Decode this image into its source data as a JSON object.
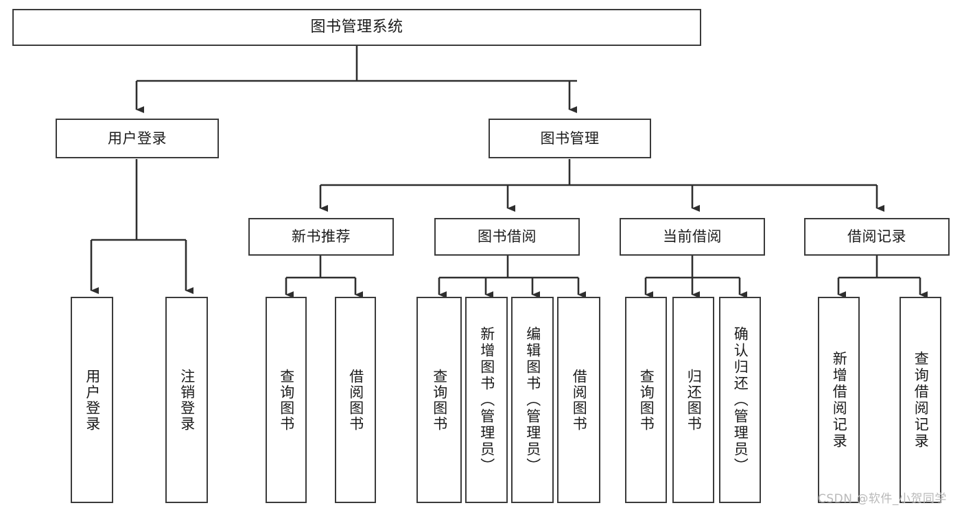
{
  "diagram": {
    "type": "tree-hierarchy",
    "title": "图书管理系统",
    "root": {
      "label": "图书管理系统"
    },
    "level2": [
      {
        "id": "user-login",
        "label": "用户登录"
      },
      {
        "id": "book-management",
        "label": "图书管理"
      }
    ],
    "level3": [
      {
        "id": "new-book-recommend",
        "label": "新书推荐",
        "parent": "book-management"
      },
      {
        "id": "book-borrow",
        "label": "图书借阅",
        "parent": "book-management"
      },
      {
        "id": "current-borrow",
        "label": "当前借阅",
        "parent": "book-management"
      },
      {
        "id": "borrow-record",
        "label": "借阅记录",
        "parent": "book-management"
      }
    ],
    "leaves": {
      "user-login": [
        {
          "id": "leaf-user-login",
          "label": "用户登录"
        },
        {
          "id": "leaf-logout",
          "label": "注销登录"
        }
      ],
      "new-book-recommend": [
        {
          "id": "leaf-query-book-1",
          "label": "查询图书"
        },
        {
          "id": "leaf-borrow-book-1",
          "label": "借阅图书"
        }
      ],
      "book-borrow": [
        {
          "id": "leaf-query-book-2",
          "label": "查询图书"
        },
        {
          "id": "leaf-add-book",
          "label": "新增图书（管理员）"
        },
        {
          "id": "leaf-edit-book",
          "label": "编辑图书（管理员）"
        },
        {
          "id": "leaf-borrow-book-2",
          "label": "借阅图书"
        }
      ],
      "current-borrow": [
        {
          "id": "leaf-query-book-3",
          "label": "查询图书"
        },
        {
          "id": "leaf-return-book",
          "label": "归还图书"
        },
        {
          "id": "leaf-confirm-return",
          "label": "确认归还（管理员）"
        }
      ],
      "borrow-record": [
        {
          "id": "leaf-add-record",
          "label": "新增借阅记录"
        },
        {
          "id": "leaf-query-record",
          "label": "查询借阅记录"
        }
      ]
    },
    "watermark": "CSDN @软件_小贺同学",
    "colors": {
      "stroke": "#3a3a3a",
      "fill": "#ffffff",
      "text": "#1b1b1b",
      "watermark": "#b9b9b9",
      "background": "#ffffff"
    }
  }
}
